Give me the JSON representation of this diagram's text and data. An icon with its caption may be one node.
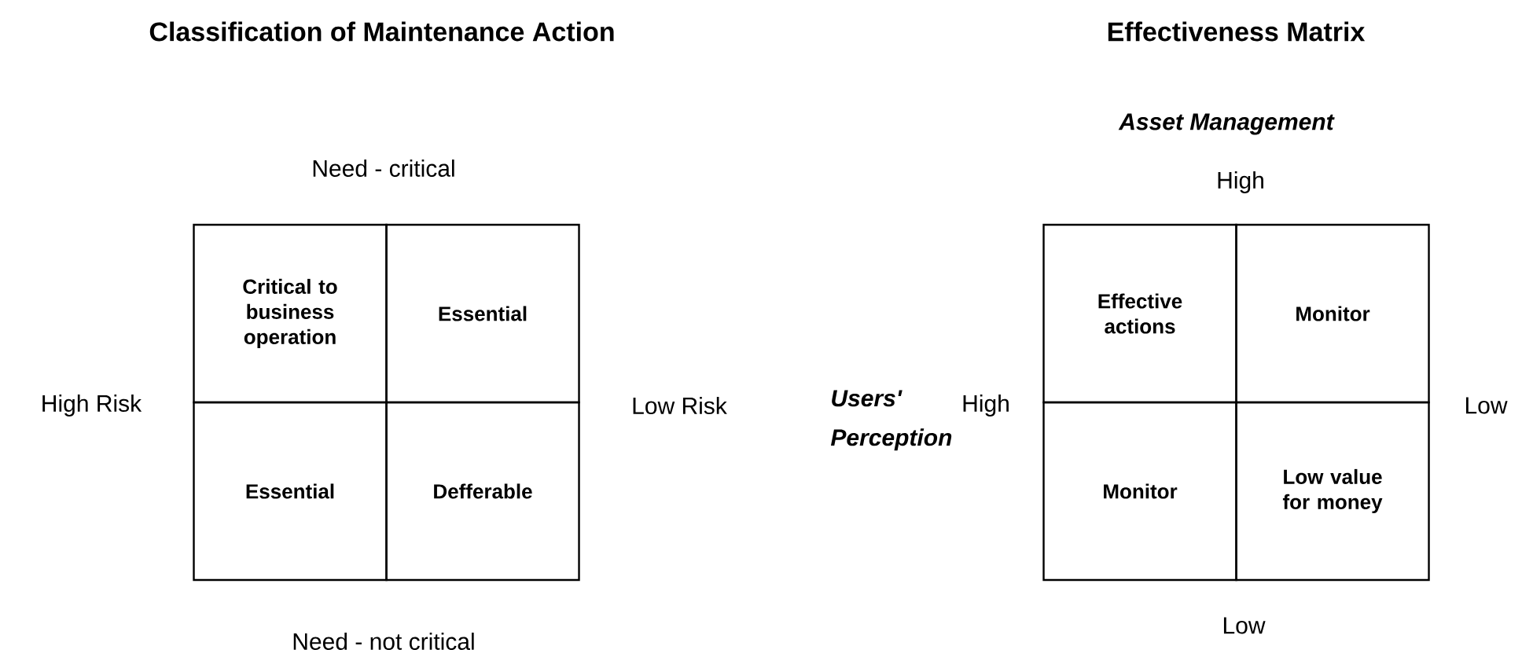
{
  "diagram": {
    "nodes": [
      {
        "text": [
          "Critical to business operation"
        ]
      },
      {
        "text": [
          "Essential"
        ]
      },
      {
        "text": [
          "Essential"
        ]
      },
      {
        "text": [
          "Defferable"
        ]
      },
      {
        "text": [
          "Effective actions"
        ]
      },
      {
        "text": [
          "Monitor"
        ]
      },
      {
        "text": [
          "Monitor"
        ]
      },
      {
        "text": [
          "Low value for money"
        ]
      }
    ],
    "labels": [
      "Classification of Maintenance Action",
      "Effectiveness Matrix",
      "Need - critical",
      "Asset Management",
      "High",
      "High Risk",
      "Low  Risk",
      "Users' Perception",
      "High",
      "Low",
      "Need - not critical",
      "Low"
    ]
  }
}
